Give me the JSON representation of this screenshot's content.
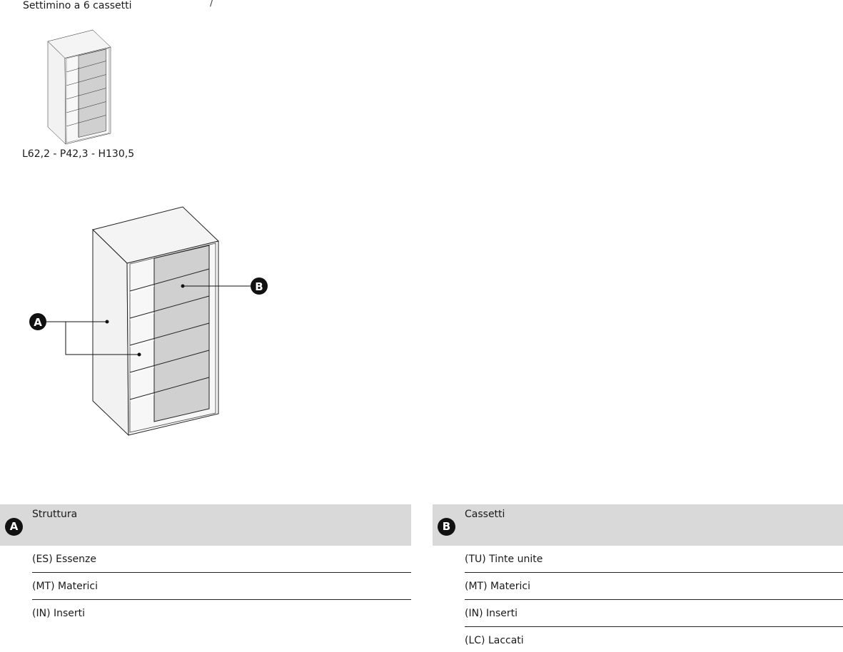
{
  "product": {
    "title": "Settimino a 6 cassetti",
    "dimensions": "L62,2 - P42,3 - H130,5",
    "separator": "/"
  },
  "callouts": {
    "a": "A",
    "b": "B"
  },
  "sections": [
    {
      "badge": "A",
      "title": "Struttura",
      "items": [
        "(ES) Essenze",
        "(MT) Materici",
        "(IN) Inserti"
      ]
    },
    {
      "badge": "B",
      "title": "Cassetti",
      "items": [
        "(TU) Tinte unite",
        "(MT) Materici",
        "(IN) Inserti",
        "(LC) Laccati"
      ]
    }
  ],
  "colors": {
    "header_bg": "#d9d9d9",
    "drawer_fill": "#d0d0d0",
    "side_fill": "#efefef"
  }
}
